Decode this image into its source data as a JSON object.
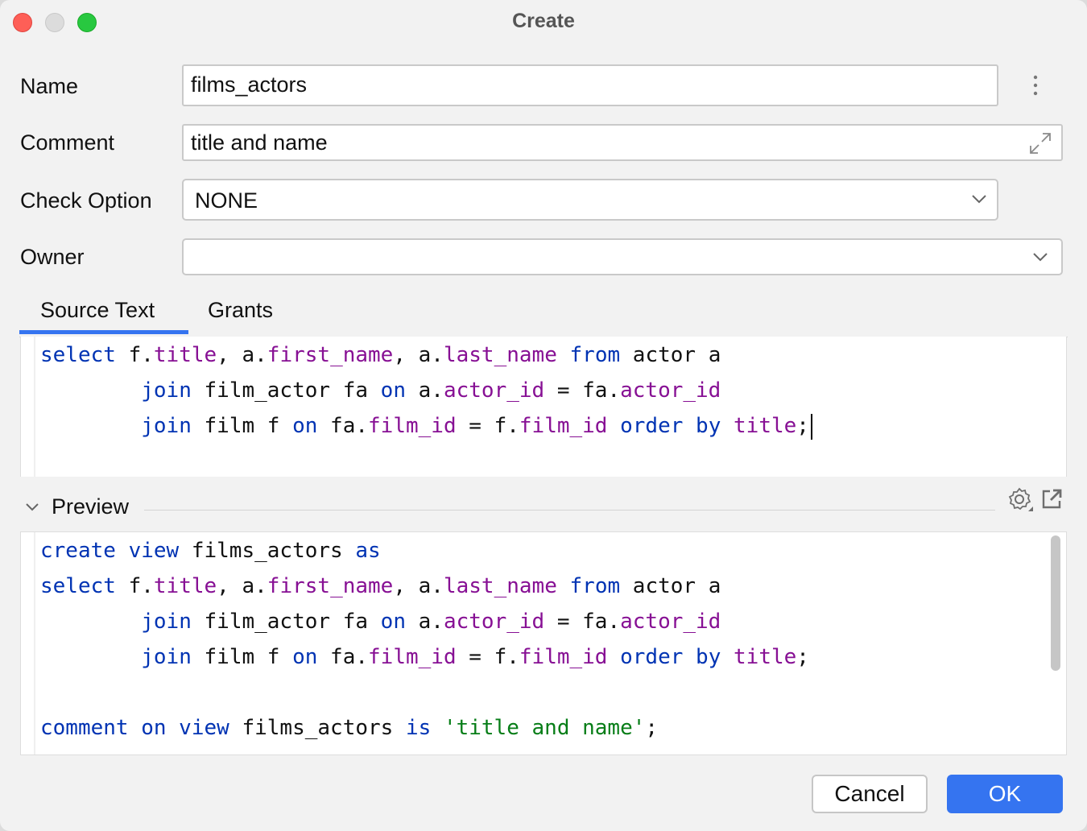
{
  "window": {
    "title": "Create"
  },
  "form": {
    "name_label": "Name",
    "name_value": "films_actors",
    "comment_label": "Comment",
    "comment_value": "title and name",
    "check_option_label": "Check Option",
    "check_option_value": "NONE",
    "owner_label": "Owner",
    "owner_value": ""
  },
  "tabs": [
    {
      "label": "Source Text",
      "active": true
    },
    {
      "label": "Grants",
      "active": false
    }
  ],
  "source_lines": [
    [
      [
        "kw",
        "select"
      ],
      [
        "t",
        " f."
      ],
      [
        "fld",
        "title"
      ],
      [
        "t",
        ", a."
      ],
      [
        "fld",
        "first_name"
      ],
      [
        "t",
        ", a."
      ],
      [
        "fld",
        "last_name"
      ],
      [
        "t",
        " "
      ],
      [
        "kw",
        "from"
      ],
      [
        "t",
        " actor a"
      ]
    ],
    [
      [
        "t",
        "        "
      ],
      [
        "kw",
        "join"
      ],
      [
        "t",
        " film_actor fa "
      ],
      [
        "kw",
        "on"
      ],
      [
        "t",
        " a."
      ],
      [
        "fld",
        "actor_id"
      ],
      [
        "t",
        " = fa."
      ],
      [
        "fld",
        "actor_id"
      ]
    ],
    [
      [
        "t",
        "        "
      ],
      [
        "kw",
        "join"
      ],
      [
        "t",
        " film f "
      ],
      [
        "kw",
        "on"
      ],
      [
        "t",
        " fa."
      ],
      [
        "fld",
        "film_id"
      ],
      [
        "t",
        " = f."
      ],
      [
        "fld",
        "film_id"
      ],
      [
        "t",
        " "
      ],
      [
        "kw",
        "order by"
      ],
      [
        "t",
        " "
      ],
      [
        "fld",
        "title"
      ],
      [
        "t",
        ";"
      ]
    ]
  ],
  "preview": {
    "label": "Preview",
    "lines": [
      [
        [
          "kw",
          "create view"
        ],
        [
          "t",
          " films_actors "
        ],
        [
          "kw",
          "as"
        ]
      ],
      [
        [
          "kw",
          "select"
        ],
        [
          "t",
          " f."
        ],
        [
          "fld",
          "title"
        ],
        [
          "t",
          ", a."
        ],
        [
          "fld",
          "first_name"
        ],
        [
          "t",
          ", a."
        ],
        [
          "fld",
          "last_name"
        ],
        [
          "t",
          " "
        ],
        [
          "kw",
          "from"
        ],
        [
          "t",
          " actor a"
        ]
      ],
      [
        [
          "t",
          "        "
        ],
        [
          "kw",
          "join"
        ],
        [
          "t",
          " film_actor fa "
        ],
        [
          "kw",
          "on"
        ],
        [
          "t",
          " a."
        ],
        [
          "fld",
          "actor_id"
        ],
        [
          "t",
          " = fa."
        ],
        [
          "fld",
          "actor_id"
        ]
      ],
      [
        [
          "t",
          "        "
        ],
        [
          "kw",
          "join"
        ],
        [
          "t",
          " film f "
        ],
        [
          "kw",
          "on"
        ],
        [
          "t",
          " fa."
        ],
        [
          "fld",
          "film_id"
        ],
        [
          "t",
          " = f."
        ],
        [
          "fld",
          "film_id"
        ],
        [
          "t",
          " "
        ],
        [
          "kw",
          "order by"
        ],
        [
          "t",
          " "
        ],
        [
          "fld",
          "title"
        ],
        [
          "t",
          ";"
        ]
      ],
      [],
      [
        [
          "kw",
          "comment on view"
        ],
        [
          "t",
          " films_actors "
        ],
        [
          "kw",
          "is"
        ],
        [
          "t",
          " "
        ],
        [
          "str",
          "'title and name'"
        ],
        [
          "t",
          ";"
        ]
      ]
    ]
  },
  "buttons": {
    "cancel": "Cancel",
    "ok": "OK"
  },
  "icons": {
    "more": "more-vertical-icon",
    "expand": "expand-icon",
    "dropdown": "chevron-down-icon",
    "collapse": "chevron-down-icon",
    "settings": "gear-icon",
    "open_external": "open-external-icon"
  },
  "colors": {
    "accent": "#3574f0",
    "keyword": "#0033b3",
    "field": "#871094",
    "string": "#067d17"
  }
}
